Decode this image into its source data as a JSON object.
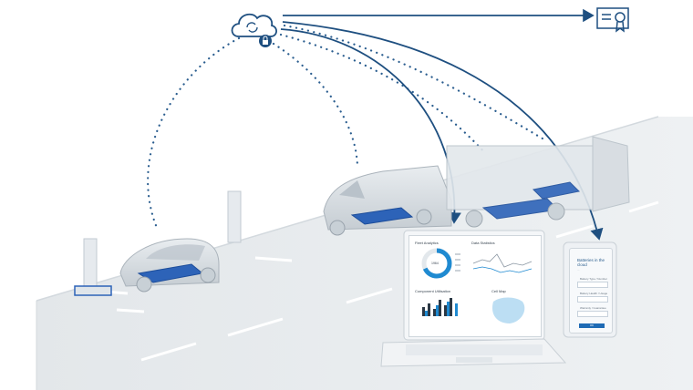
{
  "illustration": {
    "cloud_icon": "cloud-sync-lock-icon",
    "certificate_icon": "certificate-icon",
    "colors": {
      "connection_line": "#1e4f80",
      "dotted_link": "#2a5d8f",
      "battery": "#2d63b8",
      "road": "#e8ecef",
      "vehicle_body": "#d7dde2"
    }
  },
  "laptop": {
    "dashboard_header_left": "Fleet Analytics",
    "donut_value": "1964",
    "panel_2_title": "Data Statistics",
    "panel_3_title": "Component Utilisation",
    "panel_4_title": "Cell Map"
  },
  "phone": {
    "title": "Batteries in the cloud",
    "subtitle": "...",
    "field_1": "Battery Type / Number",
    "field_2": "Battery Health / Usage",
    "field_3": "Warranty / Guarantee",
    "button": "OK"
  }
}
